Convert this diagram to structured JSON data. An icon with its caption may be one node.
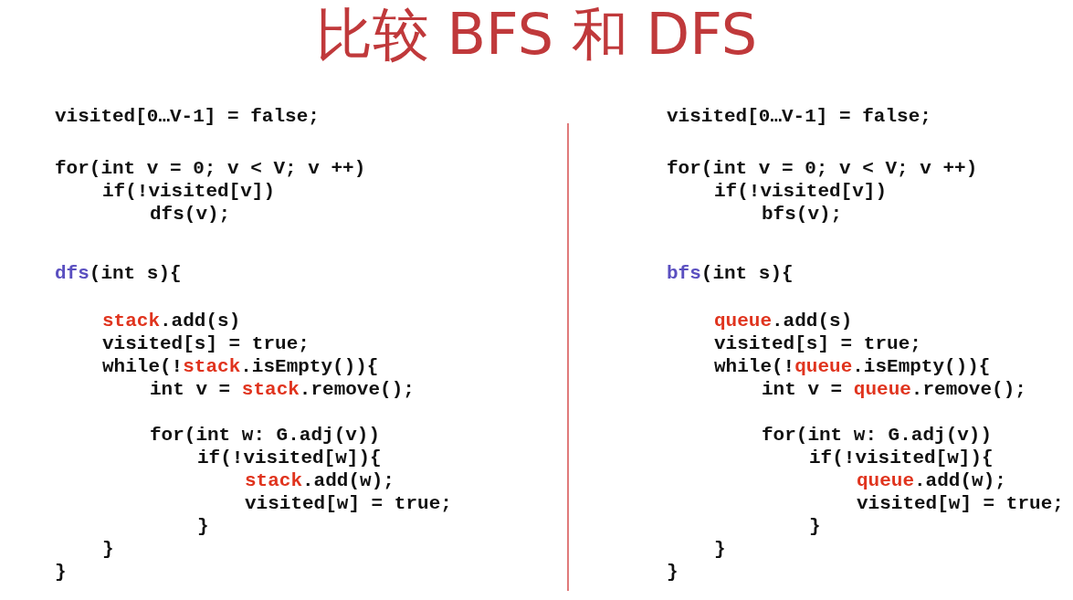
{
  "diagram": {
    "title": "比较 BFS 和 DFS",
    "labels": [
      "visited[0…V-1] = false;",
      "for(int v = 0; v < V; v ++)",
      "if(!visited[v])",
      "dfs(v);",
      "dfs(int s){",
      "stack.add(s)",
      "visited[s] = true;",
      "while(!stack.isEmpty()){",
      "int v = stack.remove();",
      "for(int w: G.adj(v))",
      "if(!visited[w]){",
      "stack.add(w);",
      "visited[w] = true;",
      "}",
      "}",
      "}",
      "visited[0…V-1] = false;",
      "for(int v = 0; v < V; v ++)",
      "if(!visited[v])",
      "bfs(v);",
      "bfs(int s){",
      "queue.add(s)",
      "visited[s] = true;",
      "while(!queue.isEmpty()){",
      "int v = queue.remove();",
      "for(int w: G.adj(v))",
      "if(!visited[w]){",
      "queue.add(w);",
      "visited[w] = true;",
      "}",
      "}",
      "}"
    ]
  }
}
